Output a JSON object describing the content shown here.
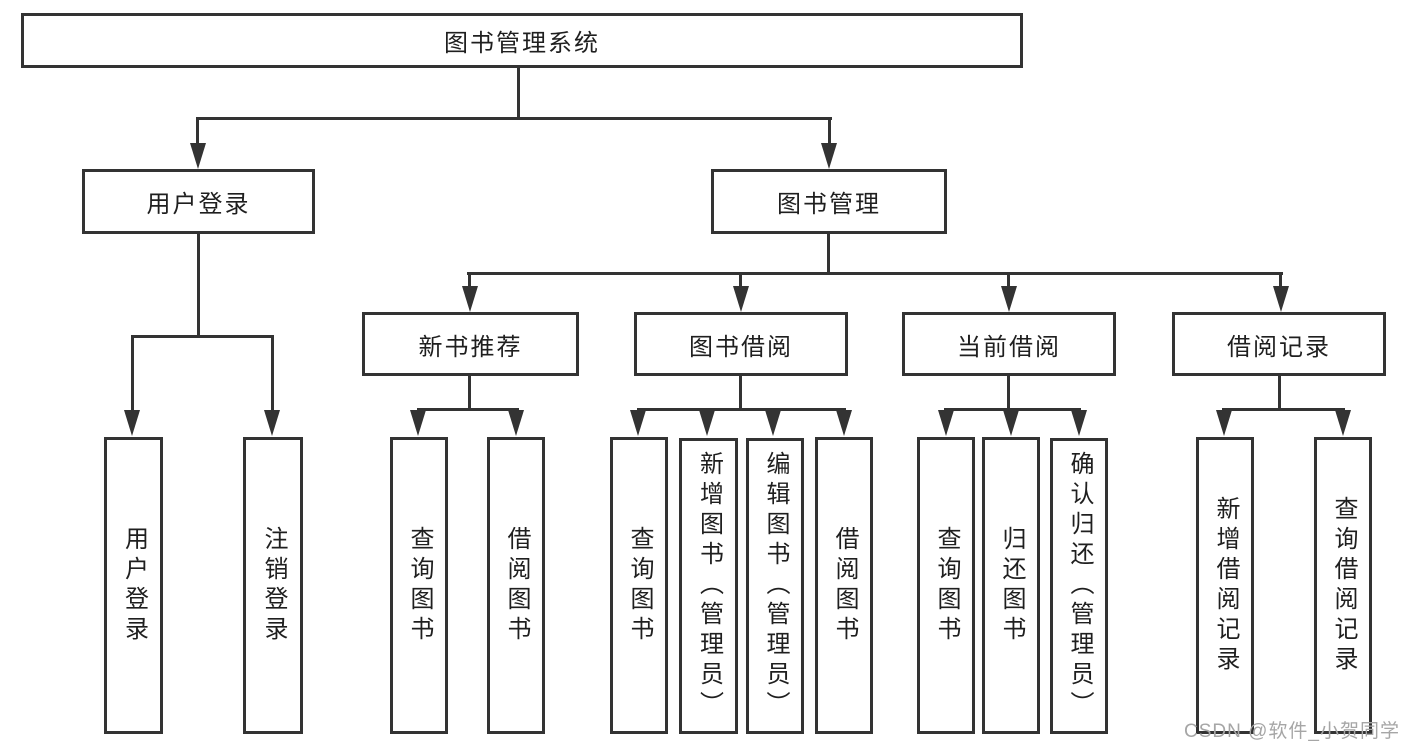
{
  "diagram": {
    "nodes": {
      "root": "图书管理系统",
      "user_login": "用户登录",
      "book_mgmt": "图书管理",
      "new_book_rec": "新书推荐",
      "book_borrow": "图书借阅",
      "current_borrow": "当前借阅",
      "borrow_record": "借阅记录",
      "user_login_leaf": "用户登录",
      "logout_leaf": "注销登录",
      "query_book_nb": "查询图书",
      "borrow_book_nb": "借阅图书",
      "query_book_bb": "查询图书",
      "add_book_admin": "新增图书（管理员）",
      "edit_book_admin": "编辑图书（管理员）",
      "borrow_book_bb": "借阅图书",
      "query_book_cb": "查询图书",
      "return_book": "归还图书",
      "confirm_return_admin": "确认归还（管理员）",
      "add_borrow_record": "新增借阅记录",
      "query_borrow_record": "查询借阅记录"
    },
    "hierarchy": {
      "图书管理系统": {
        "用户登录": [
          "用户登录",
          "注销登录"
        ],
        "图书管理": {
          "新书推荐": [
            "查询图书",
            "借阅图书"
          ],
          "图书借阅": [
            "查询图书",
            "新增图书（管理员）",
            "编辑图书（管理员）",
            "借阅图书"
          ],
          "当前借阅": [
            "查询图书",
            "归还图书",
            "确认归还（管理员）"
          ],
          "借阅记录": [
            "新增借阅记录",
            "查询借阅记录"
          ]
        }
      }
    },
    "watermark": "CSDN @软件_小贺同学",
    "colors": {
      "line": "#333333",
      "text": "#1f1f1f",
      "background": "#ffffff",
      "watermark": "#a6a6a6"
    }
  }
}
